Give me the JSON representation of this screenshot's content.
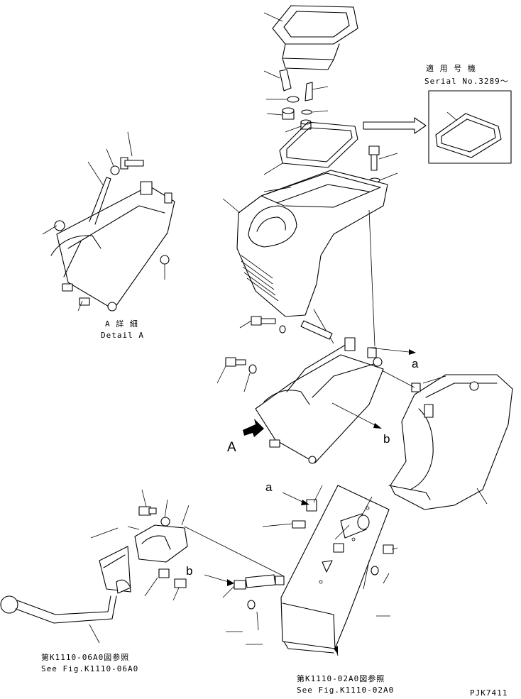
{
  "labels": {
    "applicable_jp": "適 用 号 機",
    "serial": "Serial No.3289～",
    "detail_a_jp": "A 詳 細",
    "detail_a_en": "Detail A",
    "big_a": "A",
    "ref_a_upper": "a",
    "ref_b_upper": "b",
    "ref_a_lower": "a",
    "ref_b_lower": "b",
    "see_left_jp": "第K1110-06A0図参照",
    "see_left_en": "See Fig.K1110-06A0",
    "see_right_jp": "第K1110-02A0図参照",
    "see_right_en": "See Fig.K1110-02A0",
    "drawing_code": "PJK7411"
  }
}
